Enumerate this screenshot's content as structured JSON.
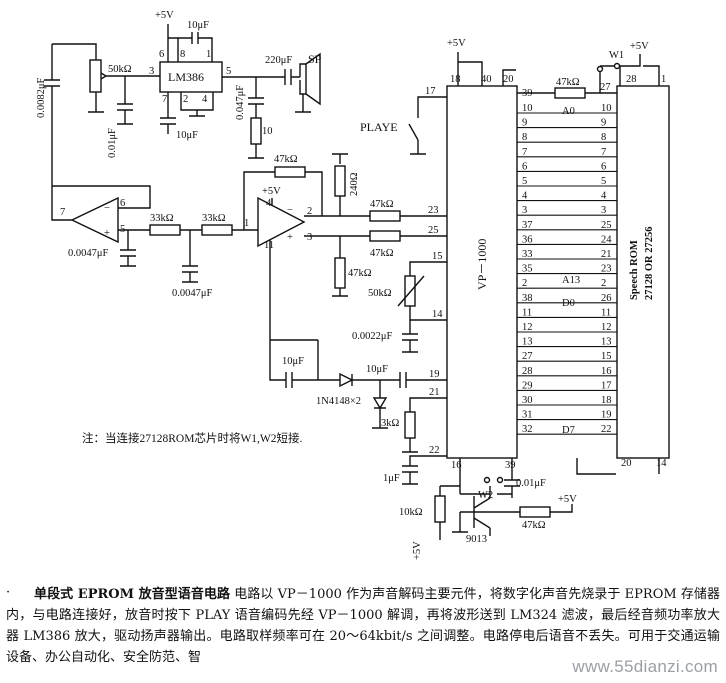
{
  "caption": {
    "mark": "·",
    "title": "单段式 EPROM 放音型语音电路",
    "body": "电路以 VP－1000 作为声音解码主要元件，将数字化声音先烧录于 EPROM 存储器内，与电路连接好，放音时按下 PLAY 语音编码先经 VP－1000 解调，再将波形送到 LM324 滤波，最后经音频功率放大器 LM386 放大，驱动扬声器输出。电路取样频率可在 20～64kbit/s 之间调整。电路停电后语音不丢失。可用于交通运输设备、办公自动化、安全防范、智"
  },
  "watermark": "www.55dianzi.com",
  "note": "注：当连接27128ROM芯片时将W1,W2短接.",
  "labels": {
    "vp_chip": "VP－1000",
    "rom_chip_line1": "Speech ROM",
    "rom_chip_line2": "27128 OR 27256",
    "lm386": "LM386",
    "plus5v": "+5V",
    "playe": "PLAYE",
    "sp": "SP",
    "w1": "W1",
    "w2": "W2",
    "diode": "1N4148×2",
    "transistor": "9013",
    "a0": "A0",
    "a13": "A13",
    "d0": "D0",
    "d7": "D7"
  },
  "components": {
    "c_0082": "0.0082μF",
    "r_50k_top": "50kΩ",
    "c_001": "0.01μF",
    "c_10u_top": "10μF",
    "c_10u_lm386": "10μF",
    "c_220u": "220μF",
    "c_0047_out": "0.047μF",
    "r_10": "10",
    "r_47k_fb": "47kΩ",
    "r_240": "240Ω",
    "r_47k_a": "47kΩ",
    "r_47k_b": "47kΩ",
    "r_47k_c": "47kΩ",
    "r_33k_1": "33kΩ",
    "r_33k_2": "33kΩ",
    "c_0047_1": "0.0047μF",
    "c_0047_2": "0.0047μF",
    "r_50k_vr": "50kΩ",
    "c_0022": "0.0022μF",
    "c_10u_a": "10μF",
    "c_10u_b": "10μF",
    "r_3k": "3kΩ",
    "c_1u": "1μF",
    "r_10k": "10kΩ",
    "c_001_b": "0.01μF",
    "r_47k_tr": "47kΩ"
  },
  "pins": {
    "lm386": [
      "6",
      "8",
      "1",
      "3",
      "5",
      "2",
      "4",
      "7"
    ],
    "opamp1": [
      "7",
      "6",
      "5"
    ],
    "opamp2": [
      "1",
      "4",
      "11",
      "2",
      "3"
    ],
    "vp_left": [
      "18",
      "40",
      "20",
      "17",
      "23",
      "25",
      "15",
      "14",
      "19",
      "21",
      "22",
      "16",
      "39"
    ],
    "vp_right": [
      "39",
      "10",
      "9",
      "8",
      "7",
      "6",
      "5",
      "4",
      "3",
      "37",
      "36",
      "33",
      "35",
      "2",
      "38",
      "11",
      "12",
      "13",
      "27",
      "28",
      "29",
      "30",
      "31",
      "32"
    ],
    "rom_left": [
      "27",
      "10",
      "9",
      "8",
      "7",
      "6",
      "5",
      "4",
      "3",
      "25",
      "24",
      "21",
      "23",
      "2",
      "26",
      "11",
      "12",
      "13",
      "15",
      "16",
      "17",
      "18",
      "19",
      "22"
    ],
    "rom_top": [
      "28",
      "1"
    ],
    "rom_bottom": [
      "20",
      "14"
    ]
  }
}
